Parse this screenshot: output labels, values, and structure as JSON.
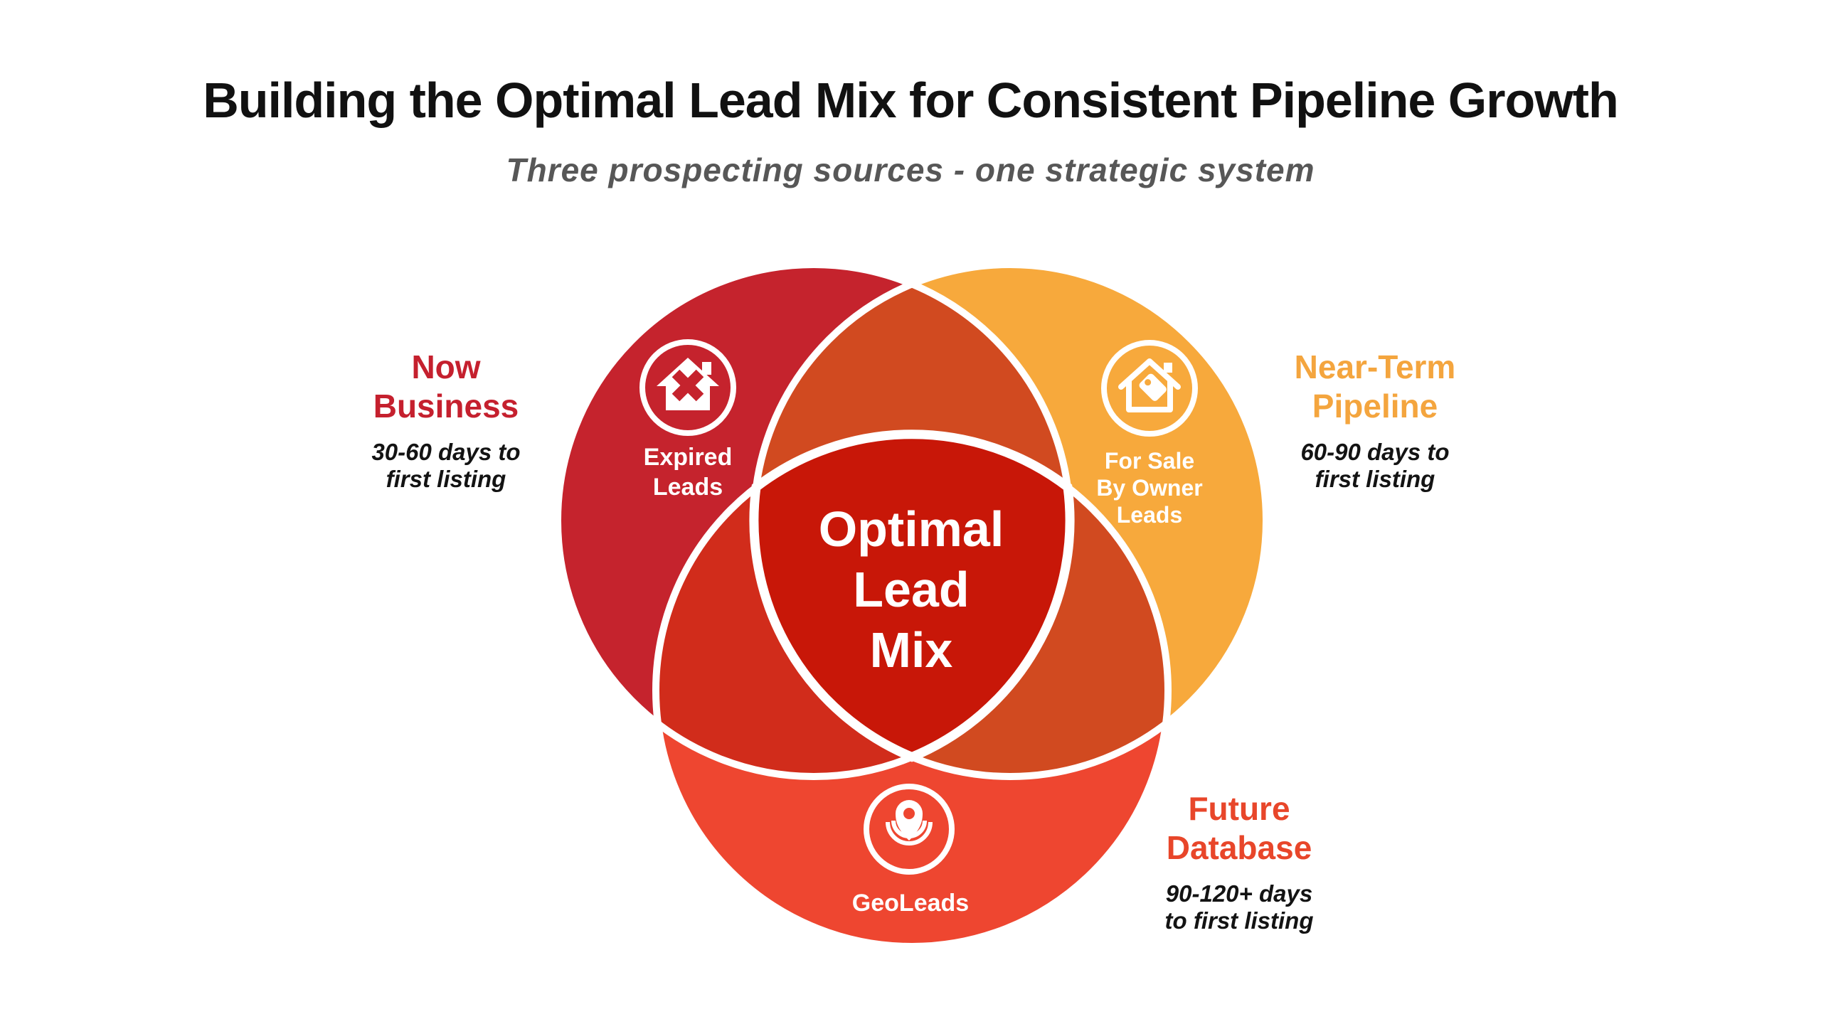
{
  "title": "Building the Optimal Lead Mix for Consistent Pipeline Growth",
  "subtitle": "Three prospecting sources - one strategic system",
  "center": {
    "lines": [
      "Optimal",
      "Lead",
      "Mix"
    ]
  },
  "circles": [
    {
      "name": "Expired Leads",
      "label_lines": [
        "Expired",
        "Leads"
      ],
      "color": "#C5232D",
      "icon": "house-x-icon"
    },
    {
      "name": "For Sale By Owner Leads",
      "label_lines": [
        "For Sale",
        "By Owner",
        "Leads"
      ],
      "color": "#F7A93C",
      "icon": "house-tag-icon"
    },
    {
      "name": "GeoLeads",
      "label_lines": [
        "GeoLeads"
      ],
      "color": "#EE4630",
      "icon": "location-radar-icon"
    }
  ],
  "overlap_colors": {
    "expired_fsbo": "#D14A20",
    "expired_geoleads": "#D12C1B",
    "fsbo_geoleads": "#D14A20",
    "center": "#C81708",
    "divider": "#FFFFFF"
  },
  "annotations": [
    {
      "id": "now-business",
      "heading_lines": [
        "Now",
        "Business"
      ],
      "heading_color": "#C5202E",
      "detail_lines": [
        "30-60 days to",
        "first listing"
      ]
    },
    {
      "id": "near-term-pipeline",
      "heading_lines": [
        "Near-Term",
        "Pipeline"
      ],
      "heading_color": "#F4A53E",
      "detail_lines": [
        "60-90 days to",
        "first listing"
      ]
    },
    {
      "id": "future-database",
      "heading_lines": [
        "Future",
        "Database"
      ],
      "heading_color": "#E8462A",
      "detail_lines": [
        "90-120+ days",
        "to first listing"
      ]
    }
  ]
}
